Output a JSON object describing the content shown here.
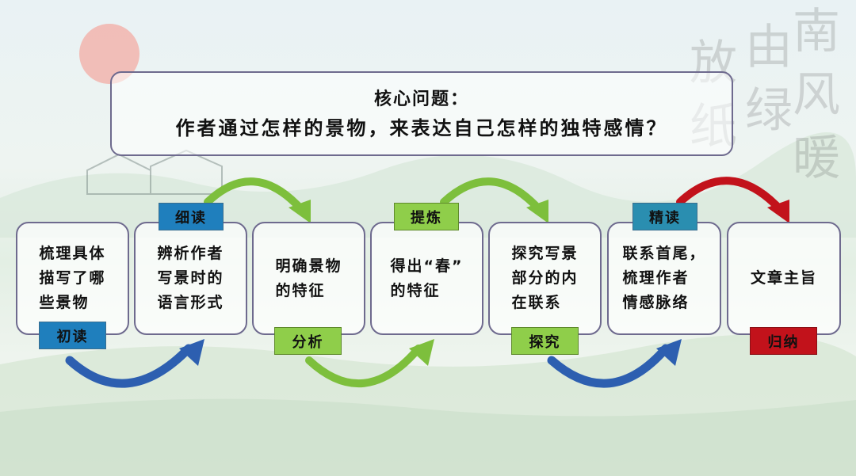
{
  "question": {
    "title": "核心问题：",
    "text": "作者通过怎样的景物，来表达自己怎样的独特感情？"
  },
  "steps": [
    {
      "text": "梳理具体\n描写了哪\n些景物"
    },
    {
      "text": "辨析作者\n写景时的\n语言形式"
    },
    {
      "text": "明确景物\n的特征"
    },
    {
      "text": "得出“春”\n的特征"
    },
    {
      "text": "探究写景\n部分的内\n在联系"
    },
    {
      "text": "联系首尾，\n梳理作者\n情感脉络"
    },
    {
      "text": "文章主旨"
    }
  ],
  "tags": {
    "chudu": "初读",
    "xidu": "细读",
    "fenxi": "分析",
    "tilian": "提炼",
    "tanjiu": "探究",
    "jingdu": "精读",
    "guina": "归纳"
  },
  "colors": {
    "tag_blue": "#1f7fbd",
    "tag_green": "#8fce4a",
    "tag_red": "#c2121b",
    "arrow_blue": "#2d5fb0",
    "arrow_green": "#7dbf3c",
    "arrow_red": "#c2121b"
  }
}
